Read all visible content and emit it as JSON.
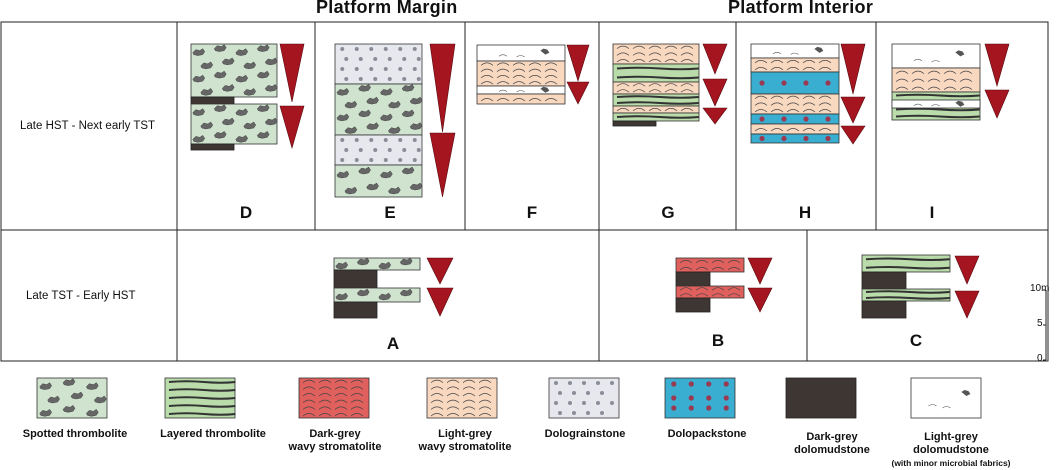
{
  "headers": {
    "platform_margin": "Platform Margin",
    "platform_interior": "Platform Interior"
  },
  "rows": {
    "upper": "Late  HST - Next early TST",
    "lower": "Late TST - Early HST"
  },
  "columns": {
    "D": "D",
    "E": "E",
    "F": "F",
    "G": "G",
    "H": "H",
    "I": "I",
    "A": "A",
    "B": "B",
    "C": "C"
  },
  "scale": {
    "top": "10m",
    "mid": "5",
    "bottom": "0"
  },
  "legend": {
    "spotted_thrombolite": "Spotted thrombolite",
    "layered_thrombolite": "Layered thrombolite",
    "dark_grey_wavy_1": "Dark-grey",
    "dark_grey_wavy_2": "wavy stromatolite",
    "light_grey_wavy_1": "Light-grey",
    "light_grey_wavy_2": "wavy stromatolite",
    "dolograinstone": "Dolograinstone",
    "dolopackstone": "Dolopackstone",
    "dark_grey_dolomudstone_1": "Dark-grey",
    "dark_grey_dolomudstone_2": "dolomudstone",
    "light_grey_dolomudstone_1": "Light-grey",
    "light_grey_dolomudstone_2": "dolomudstone",
    "light_grey_dolomudstone_3": "(with minor microbial fabrics)"
  },
  "colors": {
    "spotted": "#cfe3cf",
    "layered": "#b9dcaa",
    "dark_wavy": "#e0605e",
    "light_wavy": "#f9d8c0",
    "grainstone": "#e6e8ee",
    "packstone": "#3aaed0",
    "dark_mud": "#3d3632",
    "light_mud": "#ffffff",
    "triangle": "#a5151f"
  }
}
